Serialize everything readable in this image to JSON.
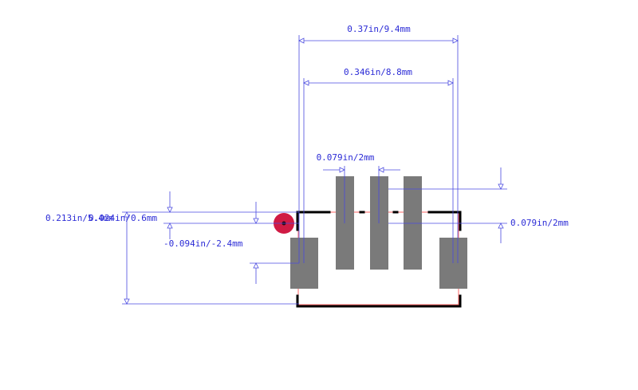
{
  "dimensions": {
    "total_width": "0.37in/9.4mm",
    "inner_width": "0.346in/8.8mm",
    "pin_pitch": "0.079in/2mm",
    "right_offset": "0.079in/2mm",
    "left_total_height": "0.213in/5.4mm",
    "left_small": "0.024in/0.6mm",
    "left_negative": "-0.094in/-2.4mm"
  },
  "colors": {
    "dimension": "#2b2bd6",
    "pad": "#7a7a7a",
    "silkscreen": "#000000",
    "courtyard": "#ff4040",
    "pin1_marker": "#d01a44"
  },
  "icons": {
    "pin1": "pin1-marker-icon"
  }
}
